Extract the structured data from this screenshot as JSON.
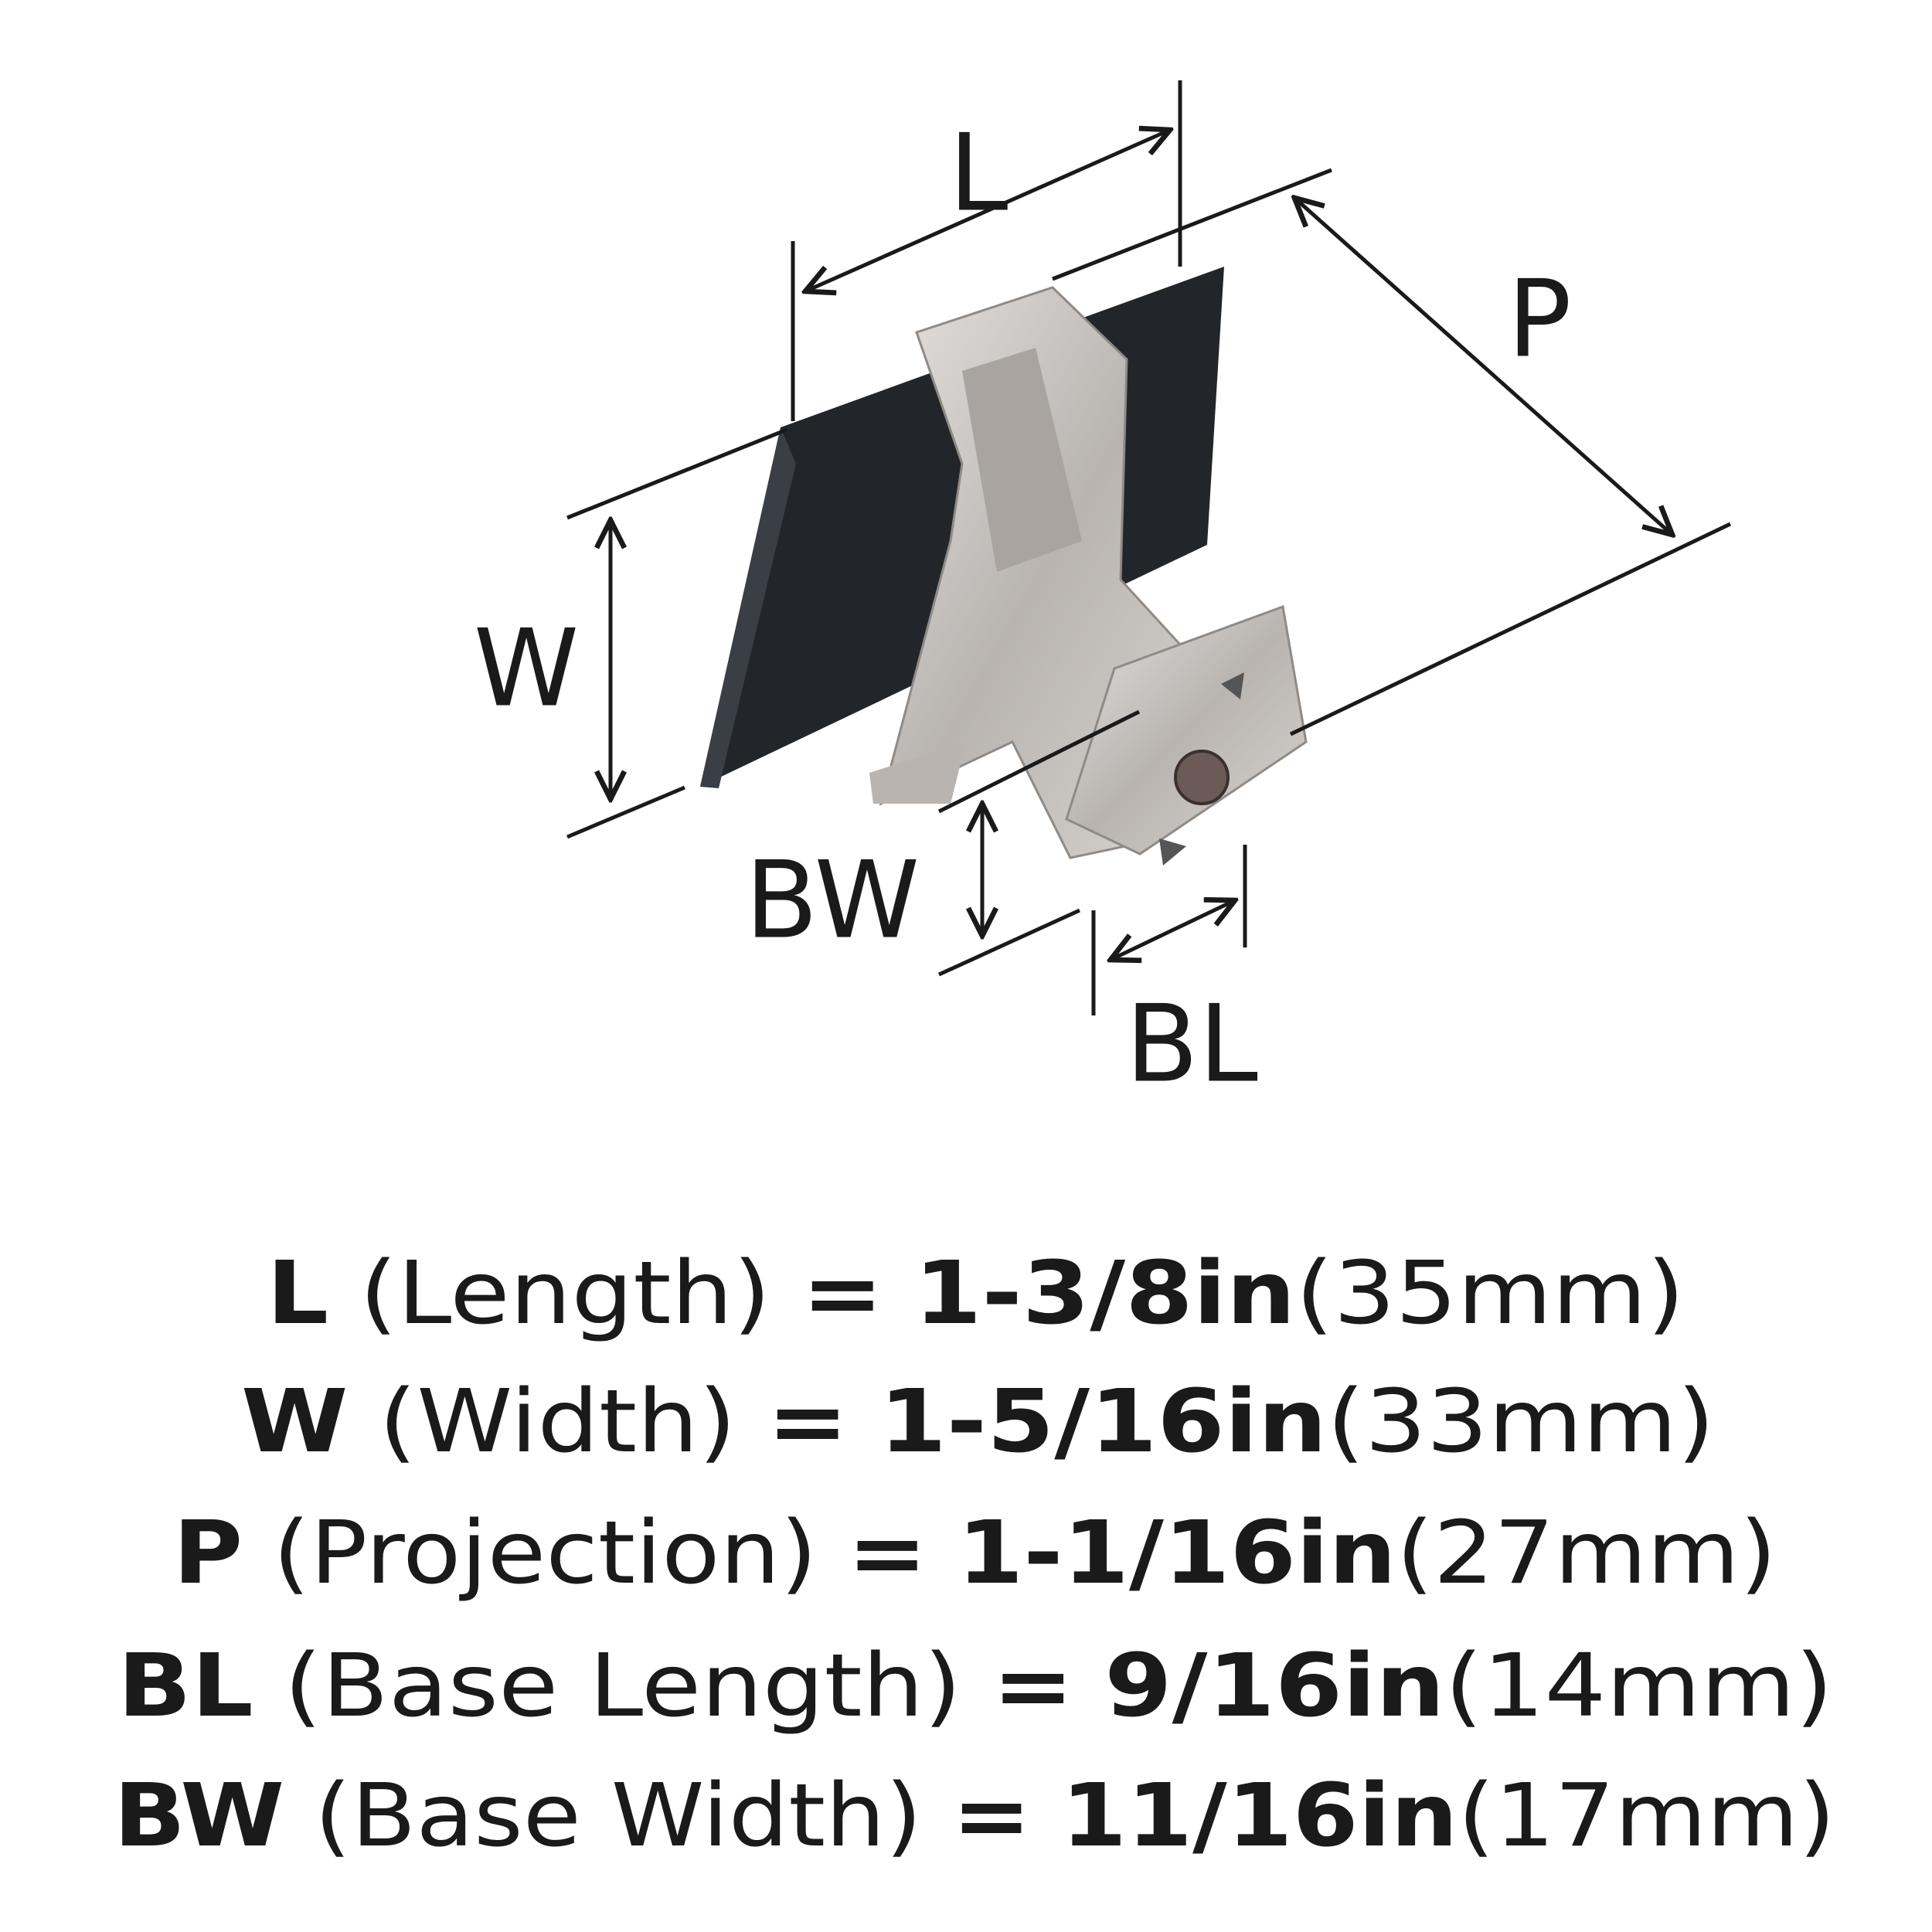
{
  "diagram": {
    "labels": {
      "length": "L",
      "projection": "P",
      "width": "W",
      "base_width": "BW",
      "base_length": "BL"
    },
    "colors": {
      "plate": "#22262b",
      "metal": "#c9c5c1",
      "metal_dark": "#8f8a86",
      "line": "#1a1a1a"
    }
  },
  "specs": [
    {
      "abbr": "L",
      "name": "(Length)",
      "eq": "=",
      "imperial": "1-3/8in",
      "metric": "(35mm)"
    },
    {
      "abbr": "W",
      "name": "(Width)",
      "eq": "=",
      "imperial": "1-5/16in",
      "metric": "(33mm)"
    },
    {
      "abbr": "P",
      "name": "(Projection)",
      "eq": "=",
      "imperial": "1-1/16in",
      "metric": "(27mm)"
    },
    {
      "abbr": "BL",
      "name": "(Base Length)",
      "eq": "=",
      "imperial": "9/16in",
      "metric": "(14mm)"
    },
    {
      "abbr": "BW",
      "name": "(Base Width)",
      "eq": "=",
      "imperial": "11/16in",
      "metric": "(17mm)"
    }
  ]
}
